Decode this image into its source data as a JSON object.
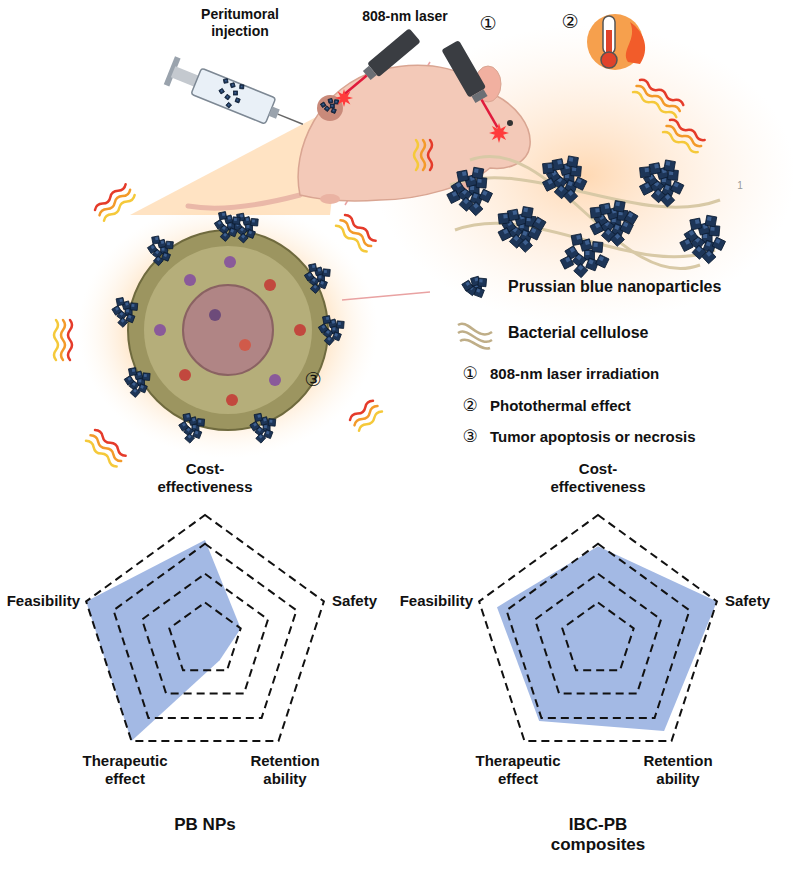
{
  "diagram": {
    "labels": [
      "Peritumoral injection",
      "808-nm laser",
      "①",
      "②",
      "③",
      "①",
      "808-nm laser irradiation",
      "②",
      "Photothermal effect",
      "③",
      "Tumor apoptosis or necrosis",
      "1",
      "Cost-effectiveness",
      "Safety",
      "Retention ability",
      "Therapeutic effect",
      "Feasibility",
      "PB NPs",
      "Cost-effectiveness",
      "Safety",
      "Retention ability",
      "Therapeutic effect",
      "Feasibility",
      "IBC-PB composites"
    ],
    "legend": [
      {
        "text": "Prussian blue nanoparticles"
      },
      {
        "text": "Bacterial cellulose"
      }
    ]
  }
}
